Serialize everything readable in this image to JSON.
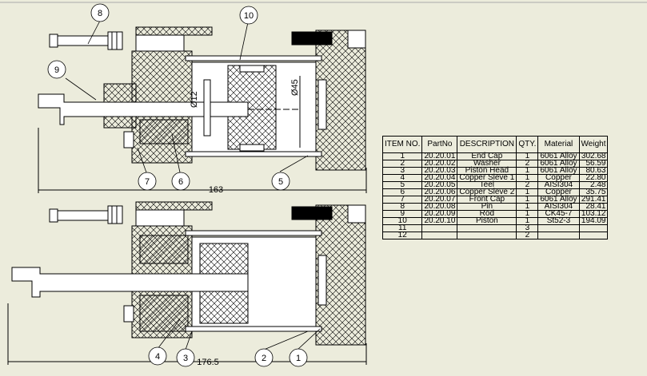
{
  "balloons": {
    "b1": "1",
    "b2": "2",
    "b3": "3",
    "b4": "4",
    "b5": "5",
    "b6": "6",
    "b7": "7",
    "b8": "8",
    "b9": "9",
    "b10": "10"
  },
  "dimensions": {
    "top_length": "163",
    "bottom_length": "176.5",
    "bore_dia": "Ø45",
    "rod_dia": "Ø12"
  },
  "bom": {
    "headers": [
      "ITEM NO.",
      "PartNo",
      "DESCRIPTION",
      "QTY.",
      "Material",
      "Weight"
    ],
    "rows": [
      [
        "1",
        "20.20.01",
        "End Cap",
        "1",
        "6061 Alloy",
        "302.68"
      ],
      [
        "2",
        "20.20.02",
        "Washer",
        "2",
        "6061 Alloy",
        "56.59"
      ],
      [
        "3",
        "20.20.03",
        "Piston Head",
        "1",
        "6061 Alloy",
        "80.63"
      ],
      [
        "4",
        "20.20.04",
        "Copper Sleve 1",
        "1",
        "Copper",
        "22.80"
      ],
      [
        "5",
        "20.20.05",
        "Teel",
        "2",
        "AISI304",
        "2.48"
      ],
      [
        "6",
        "20.20.06",
        "Copper Sleve 2",
        "1",
        "Copper",
        "35.75"
      ],
      [
        "7",
        "20.20.07",
        "Front Cap",
        "1",
        "6061 Alloy",
        "291.41"
      ],
      [
        "8",
        "20.20.08",
        "Pin",
        "1",
        "AISI304",
        "28.41"
      ],
      [
        "9",
        "20.20.09",
        "Rod",
        "1",
        "CK45-7",
        "103.12"
      ],
      [
        "10",
        "20.20.10",
        "Piston",
        "1",
        "St52-3",
        "194.09"
      ],
      [
        "11",
        "",
        "",
        "3",
        "",
        ""
      ],
      [
        "12",
        "",
        "",
        "2",
        "",
        ""
      ]
    ]
  }
}
